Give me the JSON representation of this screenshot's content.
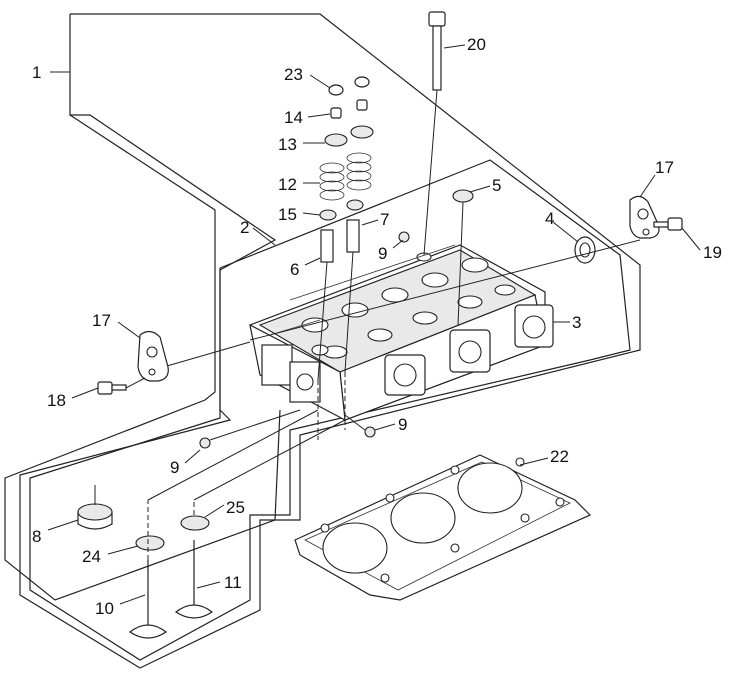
{
  "labels": {
    "n1": "1",
    "n2": "2",
    "n3": "3",
    "n4": "4",
    "n5": "5",
    "n6": "6",
    "n7": "7",
    "n8": "8",
    "n9a": "9",
    "n9b": "9",
    "n9c": "9",
    "n10": "10",
    "n11": "11",
    "n12": "12",
    "n13": "13",
    "n14": "14",
    "n15": "15",
    "n17a": "17",
    "n17b": "17",
    "n18": "18",
    "n19": "19",
    "n20": "20",
    "n22": "22",
    "n23": "23",
    "n24": "24",
    "n25": "25"
  }
}
